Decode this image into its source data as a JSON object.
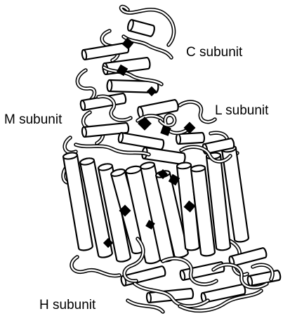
{
  "labels": {
    "c_subunit": "C subunit",
    "m_subunit": "M subunit",
    "l_subunit": "L subunit",
    "h_subunit": "H subunit"
  },
  "colors": {
    "background": "#ffffff",
    "ink": "#000000"
  }
}
